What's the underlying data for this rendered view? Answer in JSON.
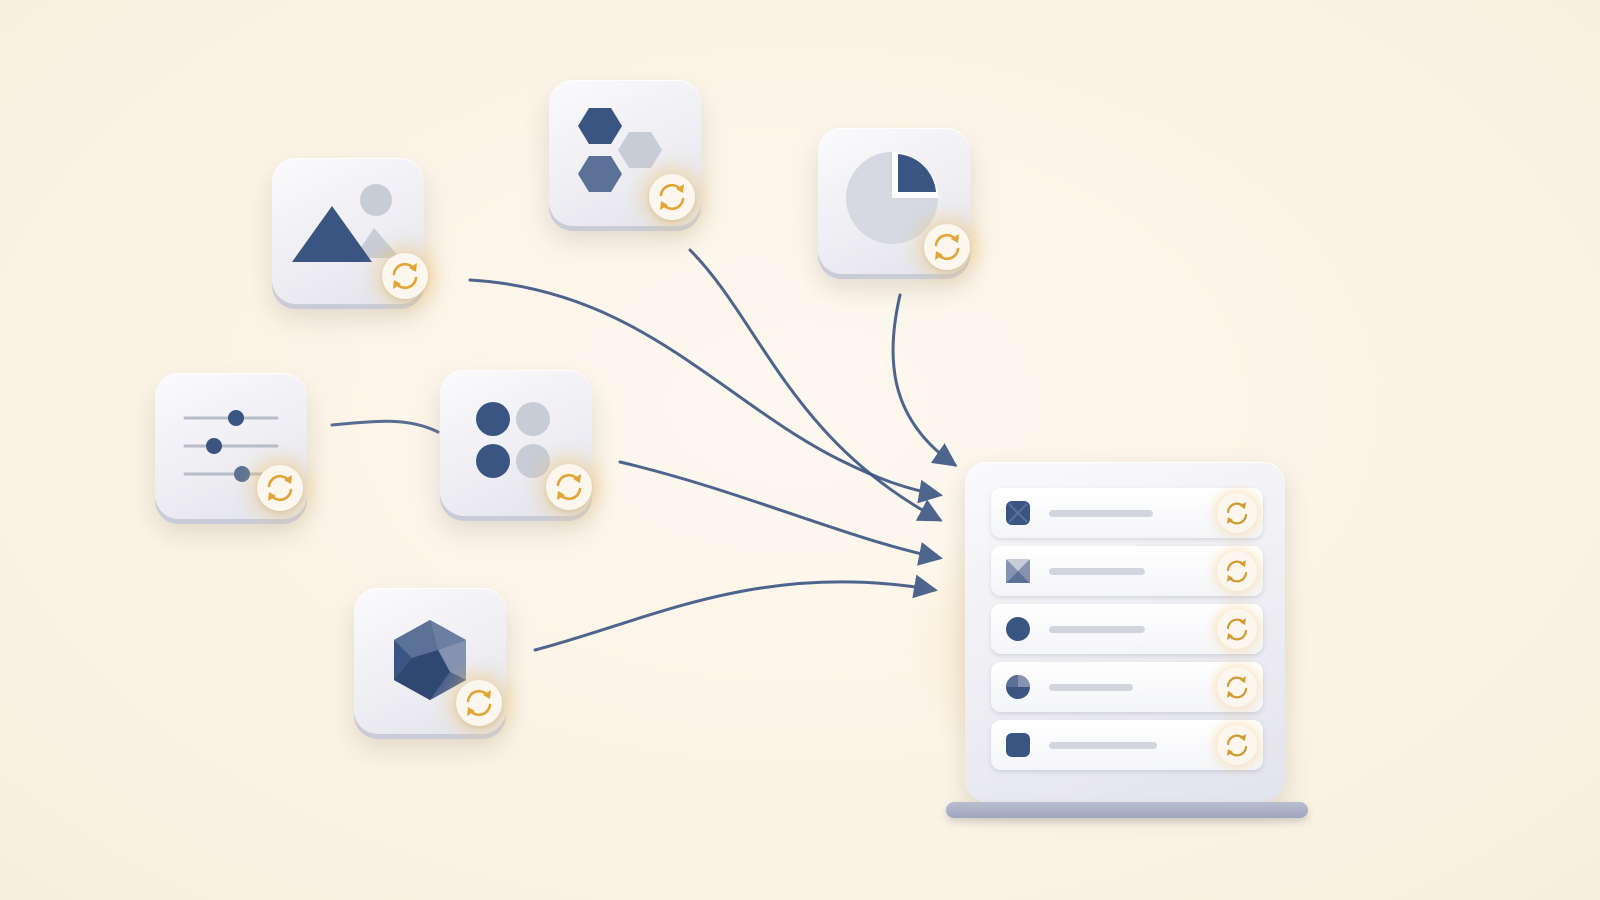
{
  "colors": {
    "navy": "#3b5583",
    "light_gray": "#c8ccd6",
    "accent_orange": "#e3a435",
    "background": "#fbf3e5"
  },
  "sources": [
    {
      "id": "image",
      "icon": "image-icon",
      "has_sync": true
    },
    {
      "id": "hexagons",
      "icon": "hexagon-cluster-icon",
      "has_sync": true
    },
    {
      "id": "pie",
      "icon": "pie-chart-icon",
      "has_sync": true
    },
    {
      "id": "sliders",
      "icon": "sliders-icon",
      "has_sync": true
    },
    {
      "id": "dots",
      "icon": "dot-grid-icon",
      "has_sync": true
    },
    {
      "id": "polyhedron",
      "icon": "polyhedron-icon",
      "has_sync": true
    }
  ],
  "destination": {
    "icon": "server-list-icon",
    "rows": [
      {
        "icon": "square-icon",
        "has_sync": true
      },
      {
        "icon": "split-square-icon",
        "has_sync": true
      },
      {
        "icon": "circle-icon",
        "has_sync": true
      },
      {
        "icon": "pie-circle-icon",
        "has_sync": true
      },
      {
        "icon": "rounded-square-icon",
        "has_sync": true
      }
    ]
  },
  "connections": [
    {
      "from": "image",
      "to": "destination"
    },
    {
      "from": "hexagons",
      "to": "destination"
    },
    {
      "from": "pie",
      "to": "destination"
    },
    {
      "from": "sliders",
      "to": "dots"
    },
    {
      "from": "dots",
      "to": "destination"
    },
    {
      "from": "polyhedron",
      "to": "destination"
    }
  ]
}
